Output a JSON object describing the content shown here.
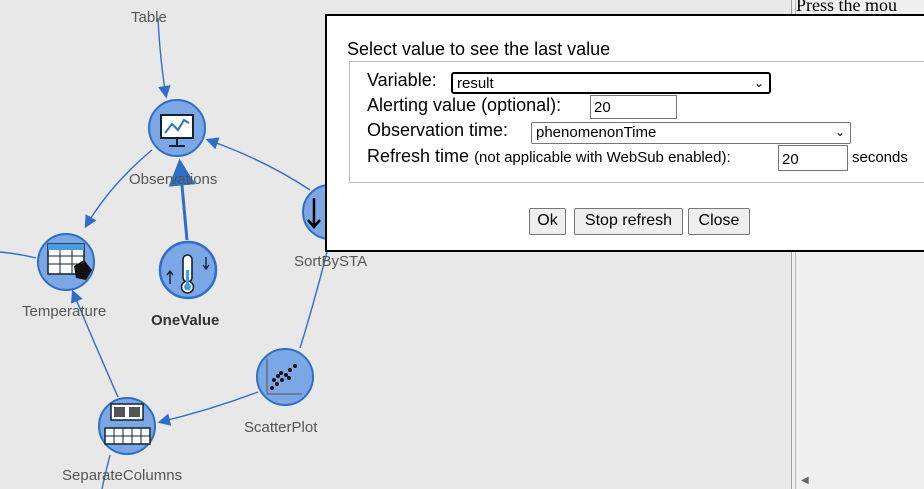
{
  "graph": {
    "nodes": {
      "table": "Table",
      "observations": "Observations",
      "sortbysta": "SortBySTA",
      "temperature": "Temperature",
      "onevalue": "OneValue",
      "scatterplot": "ScatterPlot",
      "separatecolumns": "SeparateColumns"
    },
    "colors": {
      "node_fill": "#7ba7e6",
      "node_stroke": "#2f6ec7",
      "edge": "#2f6ec7",
      "background": "#e8e8e8"
    }
  },
  "side_panel": {
    "text": "Press the mou"
  },
  "dialog": {
    "title": "Select value to see the last value",
    "variable_label": "Variable:",
    "variable_value": "result",
    "alerting_label": "Alerting value (optional):",
    "alerting_value": "20",
    "observation_time_label": "Observation time:",
    "observation_time_value": "phenomenonTime",
    "refresh_label": "Refresh time",
    "refresh_note": "(not applicable with WebSub enabled):",
    "refresh_value": "20",
    "refresh_unit": "seconds",
    "ok_label": "Ok",
    "stop_label": "Stop refresh",
    "close_label": "Close"
  }
}
